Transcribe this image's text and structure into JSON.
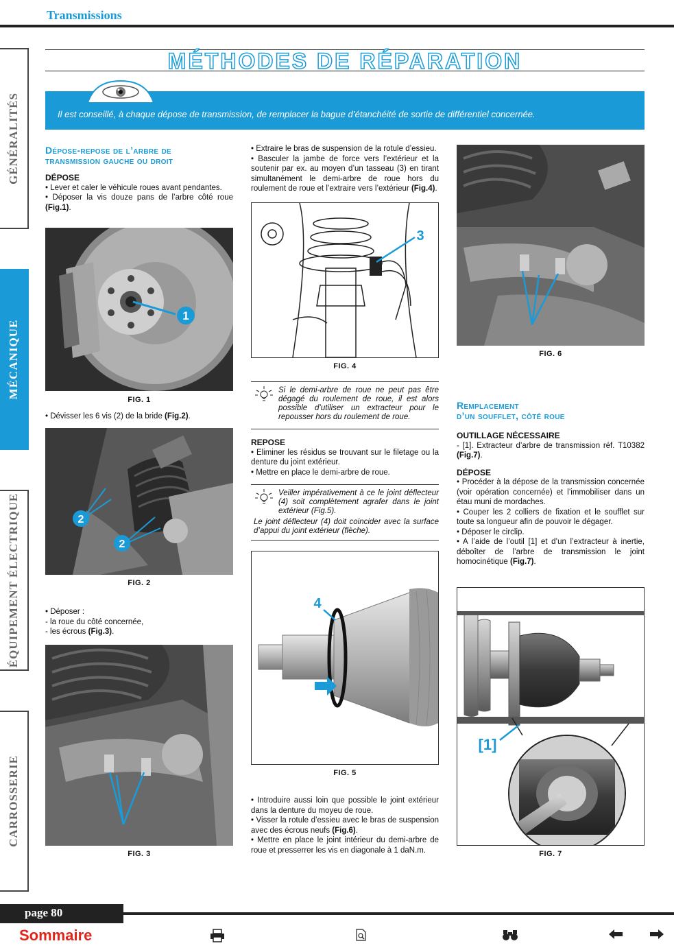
{
  "header": {
    "section": "Transmissions"
  },
  "title": "MÉTHODES DE RÉPARATION",
  "side_tabs": [
    {
      "label": "GÉNÉRALITÉS",
      "active": false
    },
    {
      "label": "MÉCANIQUE",
      "active": true
    },
    {
      "label": "ÉQUIPEMENT ÉLECTRIQUE",
      "active": false
    },
    {
      "label": "CARROSSERIE",
      "active": false
    }
  ],
  "note": "Il est conseillé, à chaque dépose de transmission, de remplacer la bague d’étanchéité de sortie de différentiel concernée.",
  "col1": {
    "heading_line1": "Dépose-repose de l’arbre de",
    "heading_line2": "transmission gauche ou droit",
    "sub1": "DÉPOSE",
    "p1": "• Lever et caler le véhicule roues avant pendantes.",
    "p2": "• Déposer la vis douze pans de l’arbre côté roue ",
    "p2_ref": "(Fig.1)",
    "fig1": "FIG. 1",
    "fig1_mark": "1",
    "p3": "• Dévisser les 6 vis (2) de la bride ",
    "p3_ref": "(Fig.2)",
    "fig2": "FIG. 2",
    "fig2_mark_a": "2",
    "fig2_mark_b": "2",
    "p4a": "• Déposer :",
    "p4b": "- la roue du côté concernée,",
    "p4c": "- les écrous ",
    "p4c_ref": "(Fig.3)",
    "fig3": "FIG. 3"
  },
  "col2": {
    "p1": "• Extraire le bras de suspension de la rotule d’essieu.",
    "p2": "• Basculer la jambe de force vers l’extérieur et la soutenir par ex. au moyen d’un tasseau (3) en tirant simultanément le demi-arbre de roue hors du roulement de roue et l’extraire vers l’extérieur ",
    "p2_ref": "(Fig.4)",
    "fig4": "FIG. 4",
    "fig4_mark": "3",
    "tip1": "Si le demi-arbre de roue ne peut pas être dégagé du roulement de roue, il est alors possible d’utiliser un extracteur pour le repousser hors du roulement de roue.",
    "sub1": "REPOSE",
    "p3": "• Eliminer les résidus se trouvant sur le filetage ou la denture du joint extérieur.",
    "p4": "• Mettre en place le demi-arbre de roue.",
    "tip2a": "Veiller impérativement à ce le joint déflecteur (4) soit complètement agrafer dans le joint extérieur (Fig.5).",
    "tip2b": "Le joint déflecteur (4) doit coincider avec la surface d’appui du joint extérieur (flèche).",
    "fig5": "FIG. 5",
    "fig5_mark": "4",
    "p5": "• Introduire aussi loin que possible le joint extérieur dans la denture du moyeu de roue.",
    "p6": "• Visser la rotule d’essieu avec le bras de suspension avec des écrous neufs ",
    "p6_ref": "(Fig.6)",
    "p7": "• Mettre en place le joint intérieur du demi-arbre de roue et presserrer les vis en diagonale à 1 daN.m."
  },
  "col3": {
    "fig6": "FIG. 6",
    "heading_line1": "Remplacement",
    "heading_line2": "d’un soufflet, côté roue",
    "sub1": "OUTILLAGE NÉCESSAIRE",
    "p1": "- [1]. Extracteur d’arbre de transmission réf. T10382 ",
    "p1_ref": "(Fig.7)",
    "sub2": "DÉPOSE",
    "p2": "• Procéder à la dépose de la transmission concernée (voir opération concernée) et l’immobiliser dans un étau muni de mordaches.",
    "p3": "• Couper les 2 colliers de fixation et le soufflet sur toute sa longueur afin de pouvoir le dégager.",
    "p4": "• Déposer le circlip.",
    "p5": "• A l’aide de l’outil [1] et d’un l’extracteur à inertie, déboîter de l’arbre de transmission le joint homocinétique ",
    "p5_ref": "(Fig.7)",
    "fig7": "FIG. 7",
    "fig7_mark": "[1]"
  },
  "footer": {
    "page": "page 80",
    "sommaire": "Sommaire",
    "icons": [
      "printer-icon",
      "search-page-icon",
      "binoculars-icon",
      "arrow-left-icon",
      "arrow-right-icon"
    ]
  },
  "colors": {
    "accent": "#1a9bd7",
    "sommaire": "#e1251b"
  }
}
